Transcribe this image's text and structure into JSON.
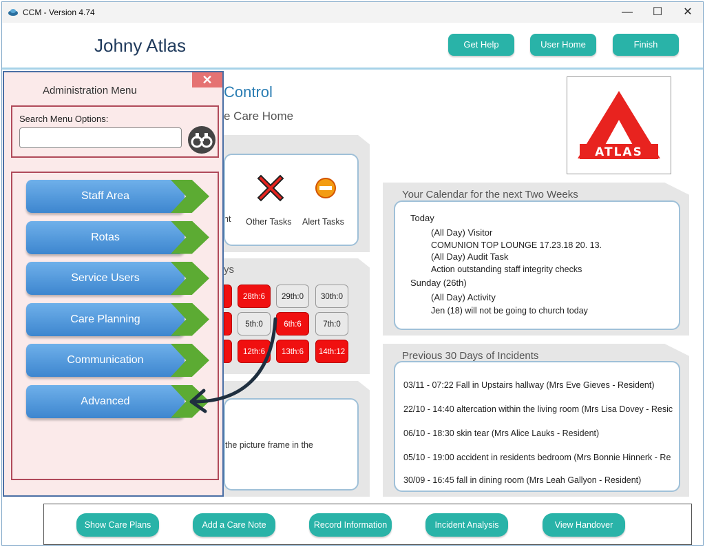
{
  "window": {
    "title": "CCM - Version 4.74",
    "minimize": "—",
    "maximize": "☐",
    "close": "✕"
  },
  "header": {
    "user_name": "Johny Atlas",
    "get_help": "Get Help",
    "user_home": "User Home",
    "finish": "Finish"
  },
  "main": {
    "title_fragment": "Control",
    "subtitle_fragment": "e Care Home",
    "logo_text": "ATLAS",
    "brand_color": "#e8231f"
  },
  "tasks_panel": {
    "partial_label": "nt",
    "other_tasks": "Other Tasks",
    "alert_tasks": "Alert Tasks"
  },
  "days_panel": {
    "title_fragment": "ys",
    "rows": [
      [
        {
          "label": "28th:6",
          "state": "red"
        },
        {
          "label": "29th:0",
          "state": "grey"
        },
        {
          "label": "30th:0",
          "state": "grey"
        }
      ],
      [
        {
          "label": "5th:0",
          "state": "grey"
        },
        {
          "label": "6th:6",
          "state": "red"
        },
        {
          "label": "7th:0",
          "state": "grey"
        }
      ],
      [
        {
          "label": "12th:6",
          "state": "red"
        },
        {
          "label": "13th:6",
          "state": "red"
        },
        {
          "label": "14th:12",
          "state": "red"
        }
      ]
    ]
  },
  "note_panel": {
    "text_fragment": "the picture frame in the"
  },
  "calendar": {
    "title": "Your Calendar for the next Two Weeks",
    "lines": [
      "Today",
      "(All Day) Visitor",
      "COMUNION TOP LOUNGE 17.23.18 20. 13.",
      "(All Day) Audit Task",
      "Action outstanding staff integrity checks",
      "Sunday (26th)",
      "(All Day) Activity",
      "Jen (18) will not be going to church today"
    ]
  },
  "incidents": {
    "title": "Previous 30 Days of Incidents",
    "items": [
      "03/11 - 07:22  Fall in Upstairs hallway (Mrs Eve Gieves - Resident)",
      "22/10 - 14:40  altercation within the living room (Mrs Lisa Dovey - Resic",
      "06/10 - 18:30  skin tear (Mrs Alice Lauks - Resident)",
      "05/10 - 19:00  accident in residents bedroom (Mrs Bonnie Hinnerk - Re",
      "30/09 - 16:45  fall in dining room (Mrs Leah Gallyon - Resident)"
    ]
  },
  "admin_menu": {
    "title": "Administration Menu",
    "close": "✕",
    "search_label": "Search Menu Options:",
    "search_value": "",
    "items": [
      "Staff Area",
      "Rotas",
      "Service Users",
      "Care Planning",
      "Communication",
      "Advanced"
    ]
  },
  "footer": {
    "show_care_plans": "Show Care Plans",
    "add_care_note": "Add a Care Note",
    "record_information": "Record Information",
    "incident_analysis": "Incident Analysis",
    "view_handover": "View Handover"
  }
}
